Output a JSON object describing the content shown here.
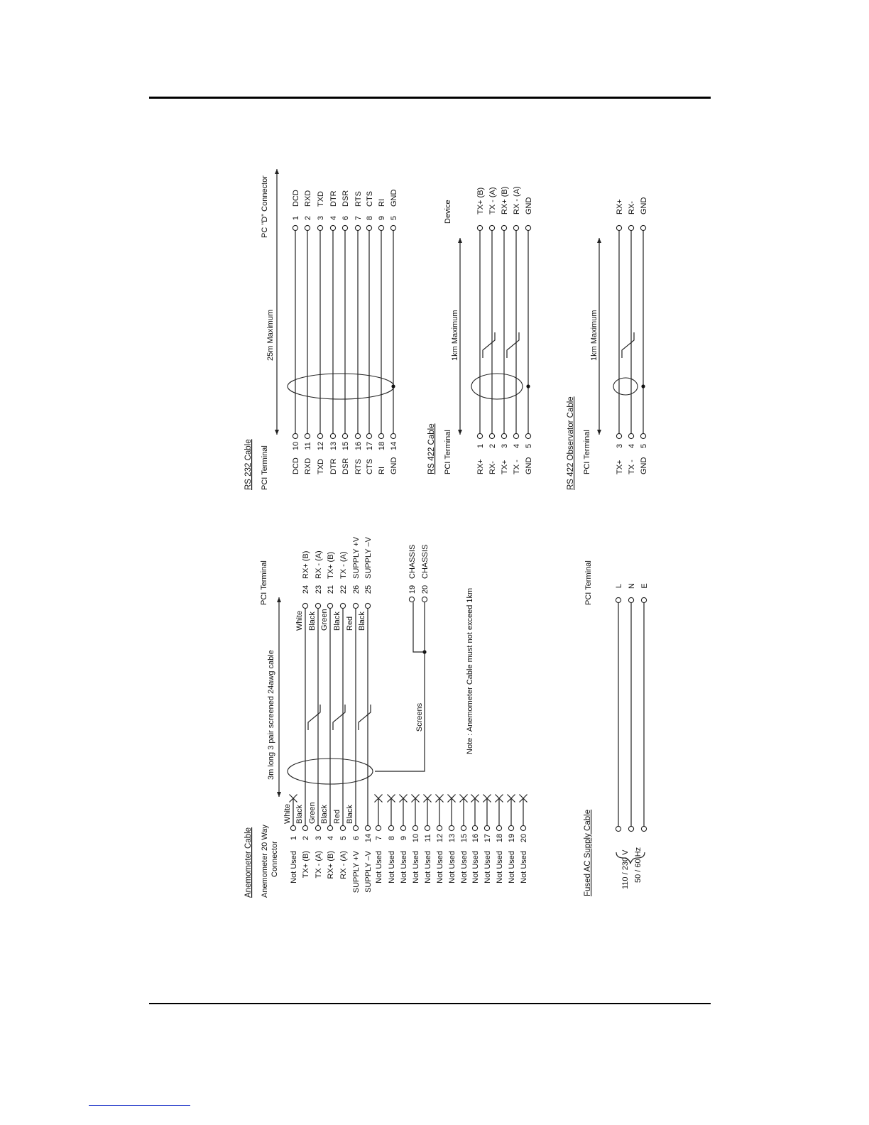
{
  "anemometer": {
    "title": "Anemometer  Cable",
    "connector_line1": "Anemometer 20 Way",
    "connector_line2": "Connector",
    "cable": "3m long  3 pair screened  24awg cable",
    "terminal": "PCI Terminal",
    "screens": "Screens",
    "note": "Note :  Anemometer Cable must not exceed 1km",
    "pins": [
      {
        "name": "Not Used",
        "num": "1",
        "color": "White",
        "end": "x"
      },
      {
        "name": "TX+ (B)",
        "num": "2",
        "color": "Black",
        "tnum": "24",
        "tname": "RX+ (B)",
        "tcolor": "White"
      },
      {
        "name": "TX - (A)",
        "num": "3",
        "color": "Green",
        "tnum": "23",
        "tname": "RX - (A)",
        "tcolor": "Black"
      },
      {
        "name": "RX+ (B)",
        "num": "4",
        "color": "Black",
        "tnum": "21",
        "tname": "TX+ (B)",
        "tcolor": "Green"
      },
      {
        "name": "RX - (A)",
        "num": "5",
        "color": "Red",
        "tnum": "22",
        "tname": "TX - (A)",
        "tcolor": "Black"
      },
      {
        "name": "SUPPLY +V",
        "num": "6",
        "color": "Black",
        "tnum": "26",
        "tname": "SUPPLY +V",
        "tcolor": "Red"
      },
      {
        "name": "SUPPLY –V",
        "num": "14",
        "color": "",
        "tnum": "25",
        "tname": "SUPPLY –V",
        "tcolor": "Black"
      },
      {
        "name": "Not Used",
        "num": "7",
        "end": "x"
      },
      {
        "name": "Not Used",
        "num": "8",
        "end": "x"
      },
      {
        "name": "Not Used",
        "num": "9",
        "end": "x"
      },
      {
        "name": "Not Used",
        "num": "10",
        "end": "x"
      },
      {
        "name": "Not Used",
        "num": "11",
        "end": "x"
      },
      {
        "name": "Not Used",
        "num": "12",
        "end": "x"
      },
      {
        "name": "Not Used",
        "num": "13",
        "end": "x"
      },
      {
        "name": "Not Used",
        "num": "15",
        "end": "x"
      },
      {
        "name": "Not Used",
        "num": "16",
        "end": "x"
      },
      {
        "name": "Not Used",
        "num": "17",
        "end": "x"
      },
      {
        "name": "Not Used",
        "num": "18",
        "end": "x"
      },
      {
        "name": "Not Used",
        "num": "19",
        "end": "x"
      },
      {
        "name": "Not Used",
        "num": "20",
        "end": "x"
      }
    ],
    "chassis": [
      {
        "num": "19",
        "name": "CHASSIS"
      },
      {
        "num": "20",
        "name": "CHASSIS"
      }
    ]
  },
  "ac_supply": {
    "title": "Fused AC Supply Cable",
    "voltage": "110 / 230 V",
    "frequency": "50 / 60 Hz",
    "terminal": "PCI Terminal",
    "pins": [
      "L",
      "N",
      "E"
    ]
  },
  "rs232": {
    "title": "RS 232 Cable",
    "left_title": "PCI Terminal",
    "right_title": "PC \"D\" Connector",
    "length": "25m Maximum",
    "rows": [
      {
        "l": "DCD",
        "ln": "10",
        "rn": "1",
        "r": "DCD"
      },
      {
        "l": "RXD",
        "ln": "11",
        "rn": "2",
        "r": "RXD"
      },
      {
        "l": "TXD",
        "ln": "12",
        "rn": "3",
        "r": "TXD"
      },
      {
        "l": "DTR",
        "ln": "13",
        "rn": "4",
        "r": "DTR"
      },
      {
        "l": "DSR",
        "ln": "15",
        "rn": "6",
        "r": "DSR"
      },
      {
        "l": "RTS",
        "ln": "16",
        "rn": "7",
        "r": "RTS"
      },
      {
        "l": "CTS",
        "ln": "17",
        "rn": "8",
        "r": "CTS"
      },
      {
        "l": "RI",
        "ln": "18",
        "rn": "9",
        "r": "RI"
      },
      {
        "l": "GND",
        "ln": "14",
        "rn": "5",
        "r": "GND"
      }
    ]
  },
  "rs422": {
    "title": "RS 422 Cable",
    "left_title": "PCI Terminal",
    "right_title": "Device",
    "length": "1km Maximum",
    "rows": [
      {
        "l": "RX+",
        "ln": "1",
        "r": "TX+ (B)"
      },
      {
        "l": "RX-",
        "ln": "2",
        "r": "TX - (A)"
      },
      {
        "l": "TX+",
        "ln": "3",
        "r": "RX+ (B)"
      },
      {
        "l": "TX -",
        "ln": "4",
        "r": "RX - (A)"
      },
      {
        "l": "GND",
        "ln": "5",
        "r": "GND"
      }
    ]
  },
  "rs422obs": {
    "title": "RS 422 Observator Cable",
    "left_title": "PCI Terminal",
    "length": "1km Maximum",
    "rows": [
      {
        "l": "TX+",
        "ln": "3",
        "r": "RX+"
      },
      {
        "l": "TX -",
        "ln": "4",
        "r": "RX-"
      },
      {
        "l": "GND",
        "ln": "5",
        "r": "GND"
      }
    ]
  }
}
